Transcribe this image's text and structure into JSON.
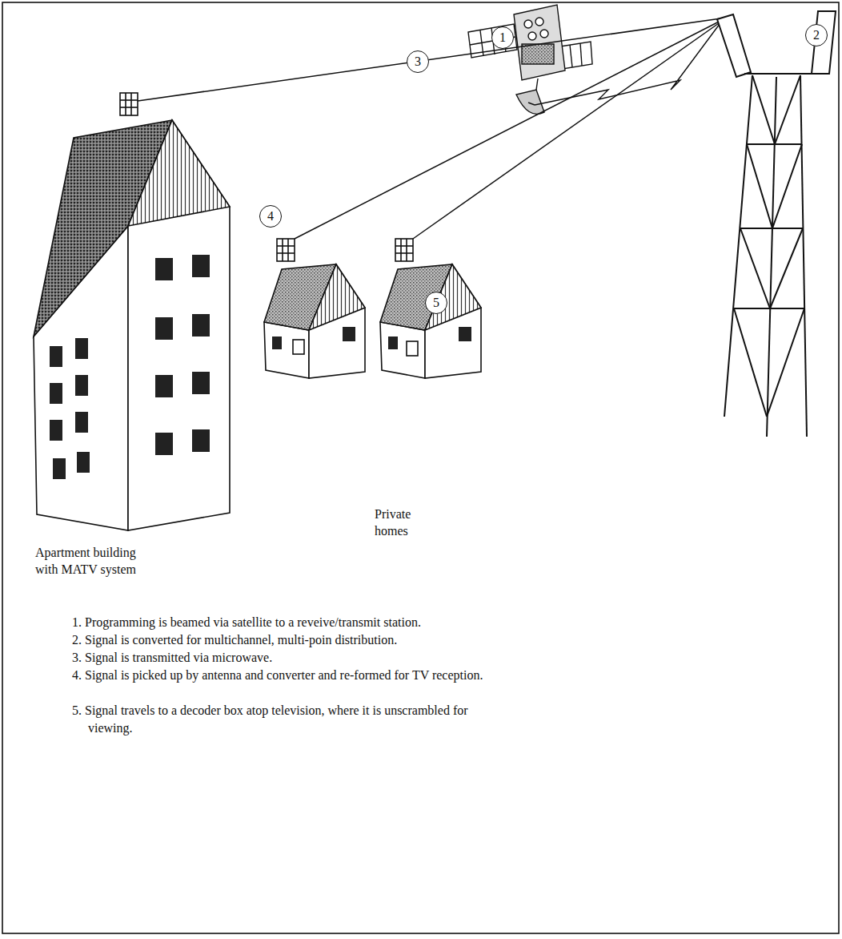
{
  "diagram": {
    "nodes": [
      {
        "text": [
          "1"
        ]
      },
      {
        "text": [
          "2"
        ]
      },
      {
        "text": [
          "3"
        ]
      },
      {
        "text": [
          "4"
        ]
      },
      {
        "text": [
          "5"
        ]
      }
    ],
    "labels": [
      "Apartment building with MATV system",
      "Private homes",
      "1. Programming is beamed via satellite to a reveive/transmit station.",
      "2. Signal is converted for multichannel, multi-poin distribution.",
      "3. Signal is transmitted via microwave.",
      "4. Signal is picked up by antenna and converter and re-formed for TV reception.",
      "5. Signal travels to a decoder box atop television, where it is unscrambled for viewing."
    ]
  }
}
